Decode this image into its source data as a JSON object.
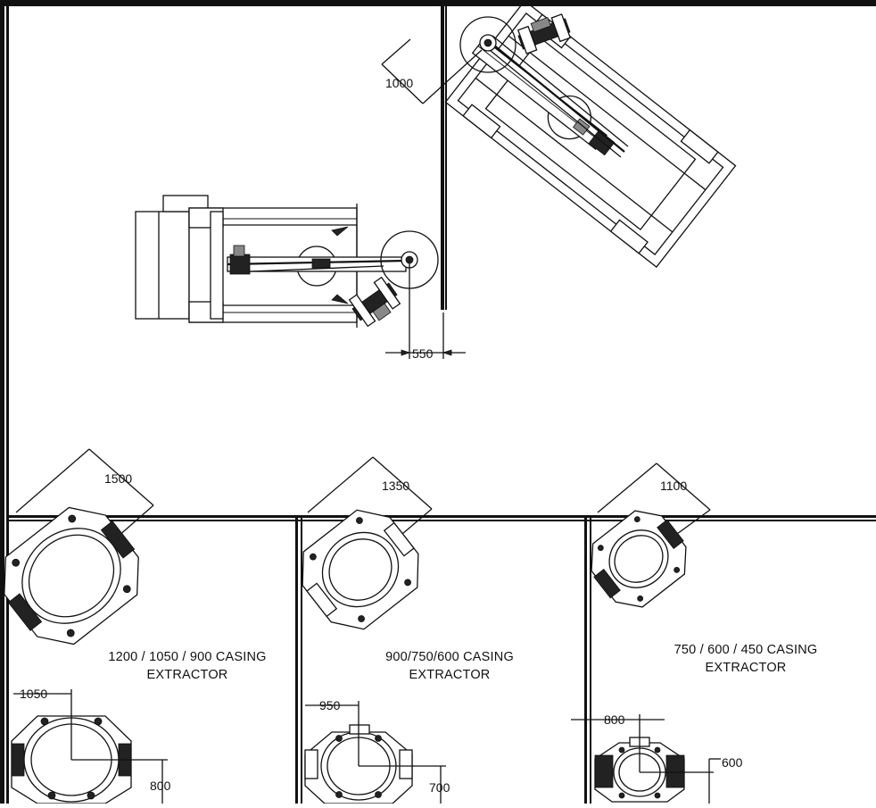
{
  "dimensions": {
    "reach_top": "1000",
    "offset_wall": "550",
    "reach_bay1": "1500",
    "reach_bay2": "1350",
    "reach_bay3": "1100",
    "width_bay1": "1050",
    "height_bay1": "800",
    "width_bay2": "950",
    "height_bay2": "700",
    "width_bay3": "800",
    "height_bay3": "600"
  },
  "captions": {
    "bay1_line1": "1200 / 1050 / 900 CASING",
    "bay1_line2": "EXTRACTOR",
    "bay2_line1": "900/750/600 CASING",
    "bay2_line2": "EXTRACTOR",
    "bay3_line1": "750 / 600 / 450 CASING",
    "bay3_line2": "EXTRACTOR"
  },
  "colors": {
    "line": "#111111",
    "background": "#ffffff"
  }
}
